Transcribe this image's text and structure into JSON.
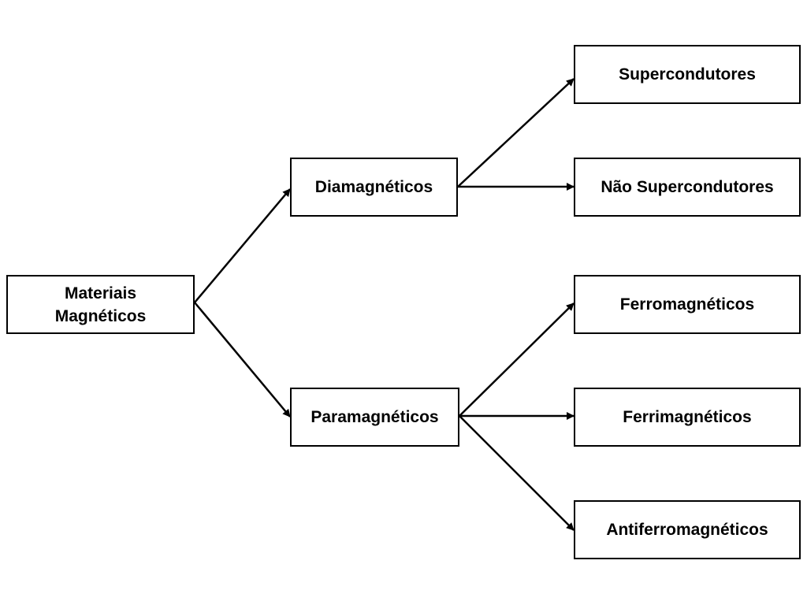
{
  "diagram": {
    "nodes": {
      "root": {
        "line1": "Materiais",
        "line2": "Magnéticos"
      },
      "dia": {
        "label": "Diamagnéticos"
      },
      "para": {
        "label": "Paramagnéticos"
      },
      "sup": {
        "label": "Supercondutores"
      },
      "nsup": {
        "label": "Não Supercondutores"
      },
      "ferro": {
        "label": "Ferromagnéticos"
      },
      "ferri": {
        "label": "Ferrimagnéticos"
      },
      "anti": {
        "label": "Antiferromagnéticos"
      }
    },
    "edges": [
      {
        "from": "root",
        "to": "dia"
      },
      {
        "from": "root",
        "to": "para"
      },
      {
        "from": "dia",
        "to": "sup"
      },
      {
        "from": "dia",
        "to": "nsup"
      },
      {
        "from": "para",
        "to": "ferro"
      },
      {
        "from": "para",
        "to": "ferri"
      },
      {
        "from": "para",
        "to": "anti"
      }
    ],
    "colors": {
      "stroke": "#000000",
      "background": "#ffffff",
      "text": "#000000"
    }
  }
}
